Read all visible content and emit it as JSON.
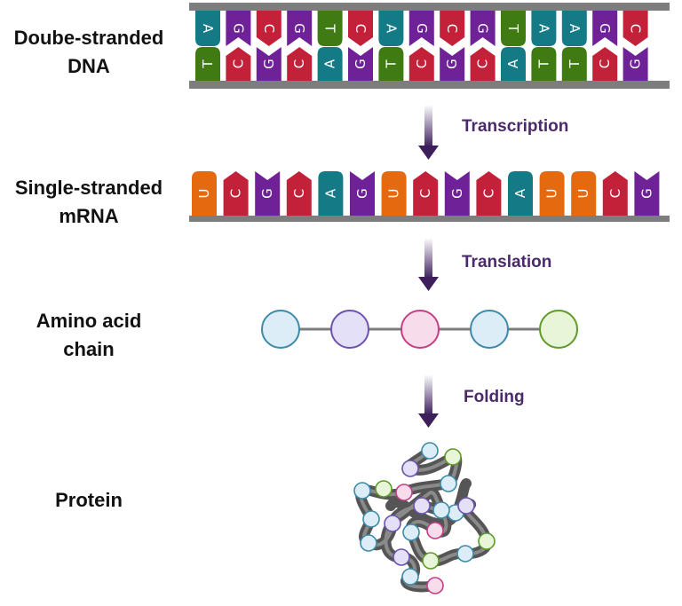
{
  "labels": {
    "dna": "Doube-stranded\nDNA",
    "mrna": "Single-stranded\nmRNA",
    "amino": "Amino acid\nchain",
    "protein": "Protein"
  },
  "steps": {
    "transcription": "Transcription",
    "translation": "Translation",
    "folding": "Folding"
  },
  "dna": {
    "top": [
      "A",
      "G",
      "C",
      "G",
      "T",
      "C",
      "A",
      "G",
      "C",
      "G",
      "T",
      "A",
      "A",
      "G",
      "C"
    ],
    "bottom": [
      "T",
      "C",
      "G",
      "C",
      "A",
      "G",
      "T",
      "C",
      "G",
      "C",
      "A",
      "T",
      "T",
      "C",
      "G"
    ]
  },
  "mrna": [
    "U",
    "C",
    "G",
    "C",
    "A",
    "G",
    "U",
    "C",
    "G",
    "C",
    "A",
    "U",
    "U",
    "C",
    "G"
  ],
  "amino_chain": [
    "blue",
    "purple",
    "pink",
    "blue",
    "green"
  ],
  "colors": {
    "A": "#137a86",
    "T": "#3f7b12",
    "G": "#6f2198",
    "C": "#c3213a",
    "U": "#e5690e",
    "rail": "#7d7d7d",
    "arrow": "#3d1f5c",
    "step_text": "#4a2a6a",
    "bead_blue": "#dcedf7",
    "bead_blue_stroke": "#3e8aa8",
    "bead_purple": "#e4e0f7",
    "bead_purple_stroke": "#6d52b0",
    "bead_pink": "#f7dcec",
    "bead_pink_stroke": "#c43f86",
    "bead_green": "#e8f5d8",
    "bead_green_stroke": "#5f9a2a"
  }
}
